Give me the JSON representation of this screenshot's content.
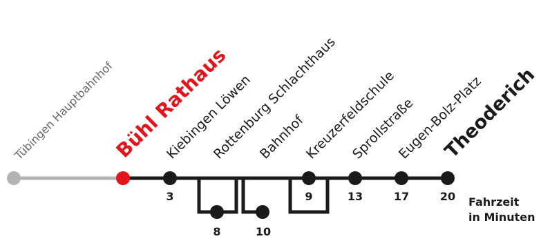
{
  "colors": {
    "line": "#1a1a1a",
    "inactive": "#b3b3b3",
    "highlight": "#e3141c",
    "text": "#1a1a1a"
  },
  "stops": [
    {
      "name": "Tübingen Hauptbahnhof",
      "time": "",
      "state": "inactive"
    },
    {
      "name": "Bühl Rathaus",
      "time": "",
      "state": "current"
    },
    {
      "name": "Kiebingen Löwen",
      "time": "3",
      "state": "normal"
    },
    {
      "name": "Rottenburg Schlachthaus",
      "time": "8",
      "state": "detour"
    },
    {
      "name": "Bahnhof",
      "time": "10",
      "state": "detour"
    },
    {
      "name": "Kreuzerfeldschule",
      "time": "9",
      "state": "detour"
    },
    {
      "name": "Sprollstraße",
      "time": "13",
      "state": "normal"
    },
    {
      "name": "Eugen-Bolz-Platz",
      "time": "17",
      "state": "normal"
    },
    {
      "name": "Theoderich",
      "time": "20",
      "state": "terminus"
    }
  ],
  "legend": {
    "line1": "Fahrzeit",
    "line2": "in Minuten"
  }
}
